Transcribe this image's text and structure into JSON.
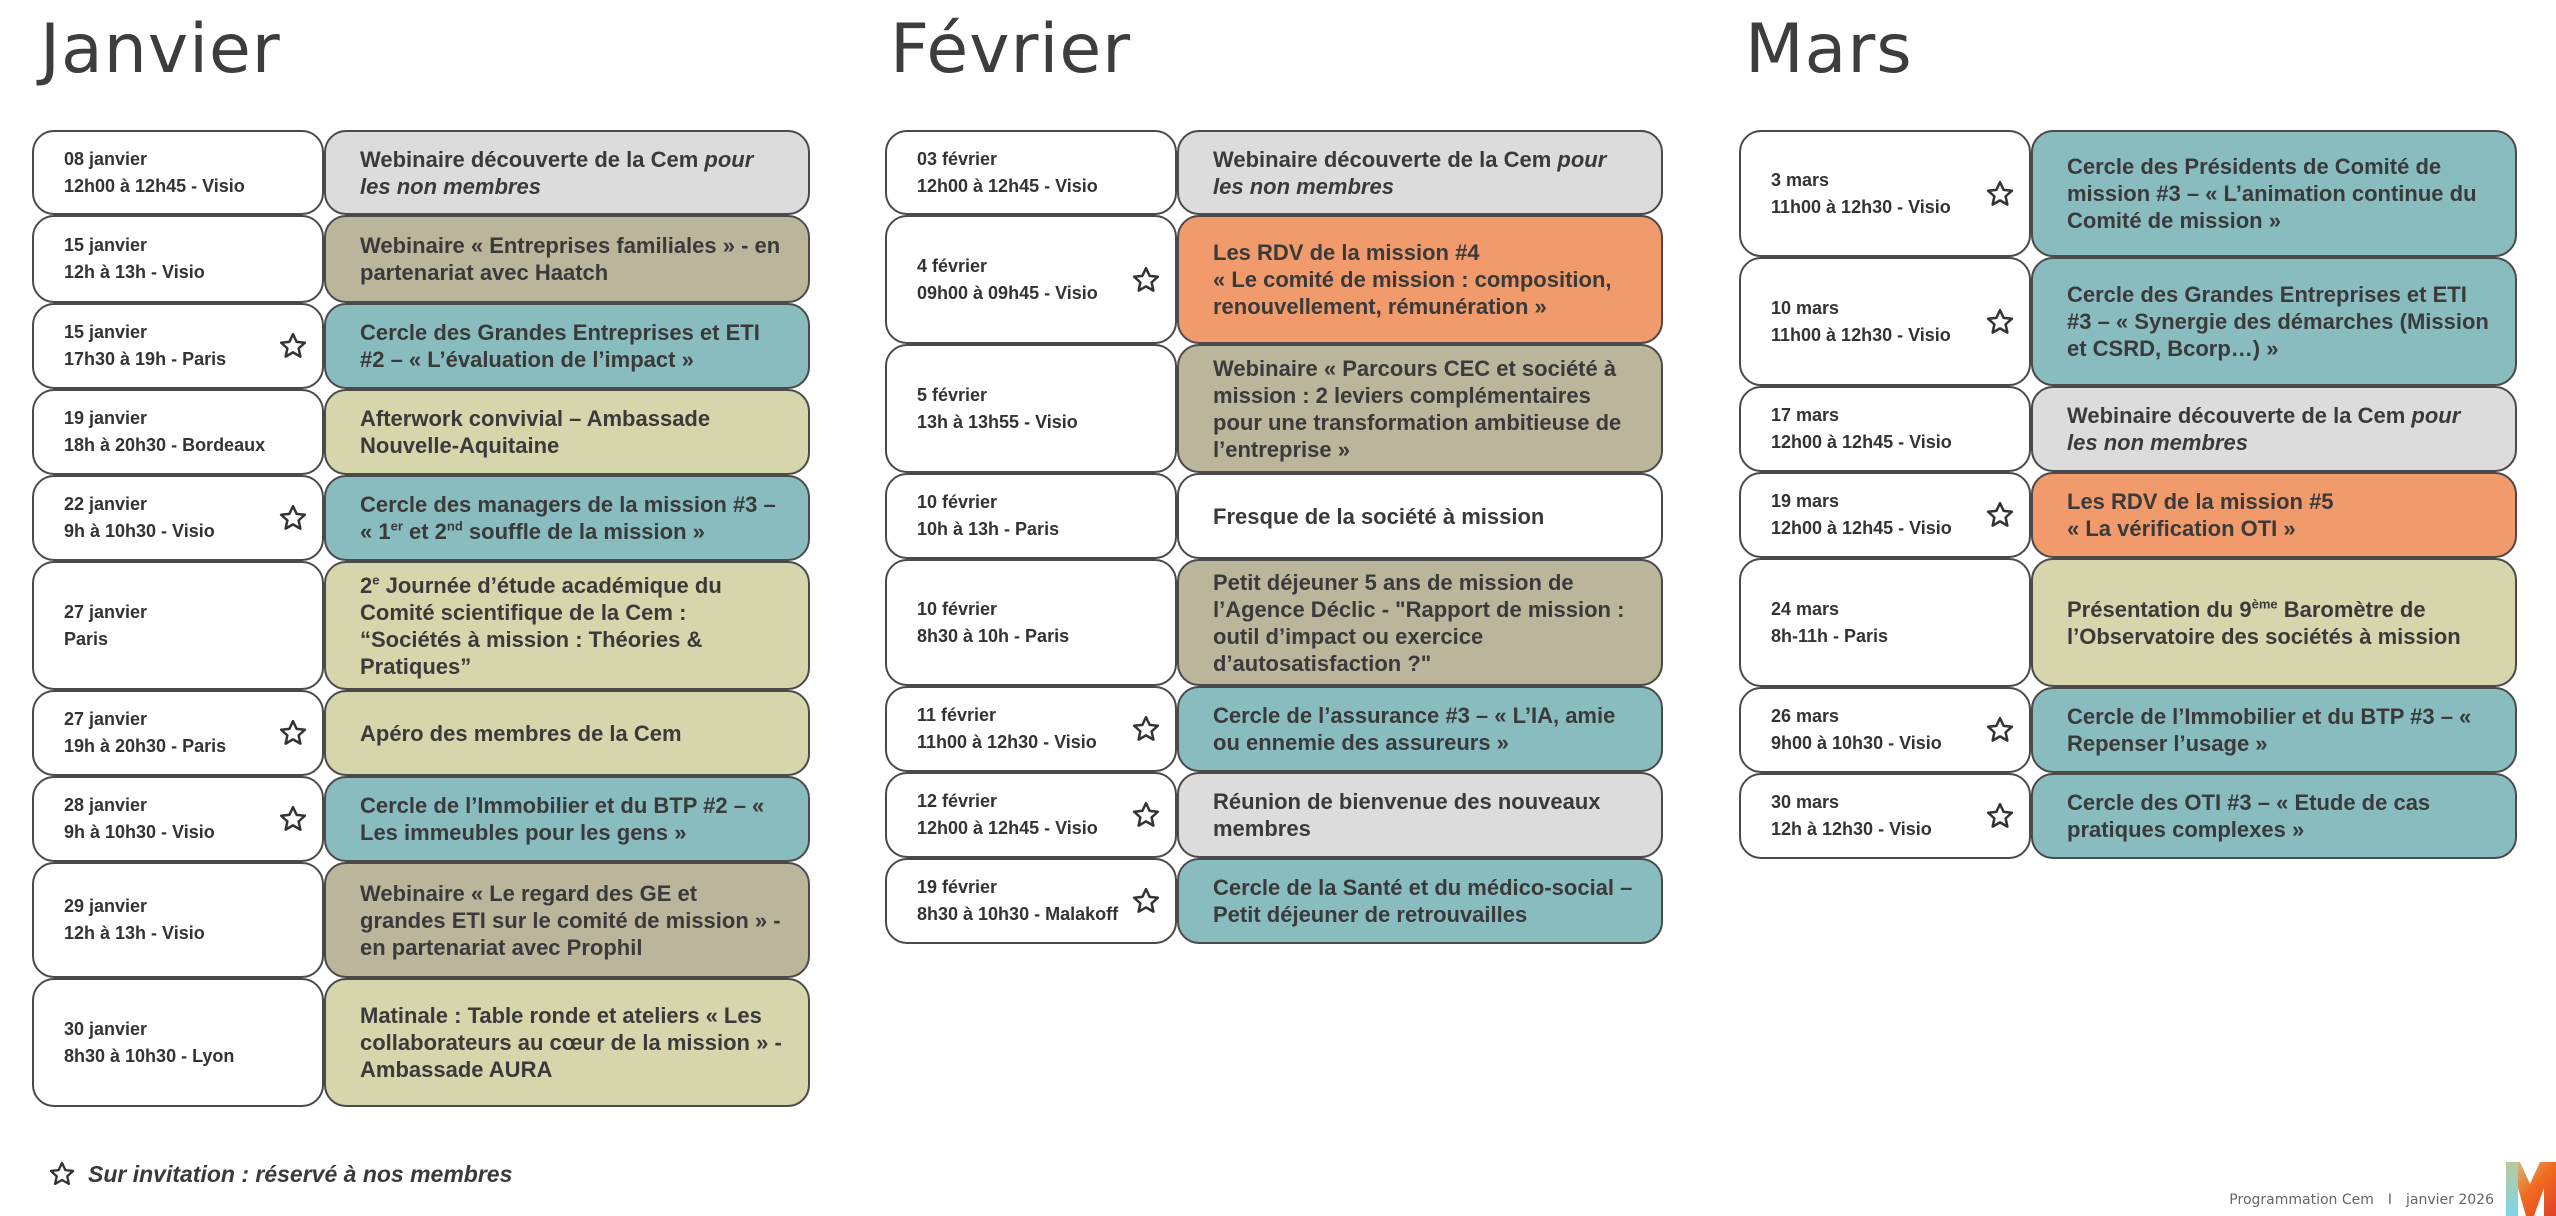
{
  "colors": {
    "gray": "#dcdcdc",
    "taupe": "#bbb59c",
    "teal": "#89bcbf",
    "sage": "#d6d5ab",
    "orange": "#f19a6b",
    "white": "#ffffff"
  },
  "months": [
    {
      "title": "Janvier",
      "events": [
        {
          "date": "08 janvier",
          "time": "12h00 à 12h45 - Visio",
          "star": false,
          "color": "gray",
          "title": [
            {
              "t": "Webinaire découverte de la Cem "
            },
            {
              "t": "pour les non membres",
              "i": true
            }
          ]
        },
        {
          "date": "15 janvier",
          "time": "12h à 13h - Visio",
          "star": false,
          "color": "taupe",
          "title": [
            {
              "t": "Webinaire « Entreprises familiales » - en partenariat avec Haatch"
            }
          ]
        },
        {
          "date": "15 janvier",
          "time": "17h30 à 19h - Paris",
          "star": true,
          "color": "teal",
          "title": [
            {
              "t": "Cercle des Grandes Entreprises et ETI #2 – « L’évaluation de l’impact »"
            }
          ]
        },
        {
          "date": "19 janvier",
          "time": "18h à 20h30 - Bordeaux",
          "star": false,
          "color": "sage",
          "title": [
            {
              "t": "Afterwork convivial – Ambassade Nouvelle-Aquitaine"
            }
          ]
        },
        {
          "date": "22 janvier",
          "time": "9h à 10h30 - Visio",
          "star": true,
          "color": "teal",
          "title": [
            {
              "t": "Cercle des managers de la mission #3 – « 1"
            },
            {
              "t": "er",
              "sup": true
            },
            {
              "t": " et 2"
            },
            {
              "t": "nd",
              "sup": true
            },
            {
              "t": " souffle de la mission »"
            }
          ]
        },
        {
          "date": "27 janvier",
          "time": "Paris",
          "star": false,
          "color": "sage",
          "title": [
            {
              "t": " 2"
            },
            {
              "t": "e",
              "sup": true
            },
            {
              "t": " Journée d’étude académique du Comité scientifique de la Cem : “Sociétés à mission : Théories & Pratiques”"
            }
          ]
        },
        {
          "date": "27 janvier",
          "time": "19h à 20h30 - Paris",
          "star": true,
          "color": "sage",
          "title": [
            {
              "t": "Apéro des membres de la Cem"
            }
          ]
        },
        {
          "date": "28 janvier",
          "time": "9h à 10h30 - Visio",
          "star": true,
          "color": "teal",
          "title": [
            {
              "t": "Cercle de l’Immobilier et du BTP #2 – « Les immeubles pour les gens »"
            }
          ]
        },
        {
          "date": "29 janvier",
          "time": "12h à 13h - Visio",
          "star": false,
          "color": "taupe",
          "title": [
            {
              "t": "Webinaire « Le regard des GE et grandes ETI sur le comité de mission » - en partenariat avec Prophil"
            }
          ]
        },
        {
          "date": "30 janvier",
          "time": "8h30 à 10h30 - Lyon",
          "star": false,
          "color": "sage",
          "title": [
            {
              "t": "Matinale : Table ronde et ateliers « Les collaborateurs au cœur de la mission »  - Ambassade AURA"
            }
          ]
        }
      ]
    },
    {
      "title": "Février",
      "events": [
        {
          "date": "03 février",
          "time": "12h00 à 12h45 - Visio",
          "star": false,
          "color": "gray",
          "title": [
            {
              "t": "Webinaire découverte de la Cem "
            },
            {
              "t": "pour les non membres",
              "i": true
            }
          ]
        },
        {
          "date": "4 février",
          "time": "09h00 à 09h45 - Visio",
          "star": true,
          "color": "orange",
          "title": [
            {
              "t": "Les RDV de la mission #4"
            },
            {
              "br": true
            },
            {
              "t": "« Le comité de mission : composition, renouvellement, rémunération »"
            }
          ]
        },
        {
          "date": "5 février",
          "time": "13h à 13h55 - Visio",
          "star": false,
          "color": "taupe",
          "title": [
            {
              "t": "Webinaire « Parcours CEC et société à mission : 2 leviers complémentaires pour une transformation ambitieuse de l’entreprise »"
            }
          ]
        },
        {
          "date": "10 février",
          "time": "10h à 13h - Paris",
          "star": false,
          "color": "white",
          "title": [
            {
              "t": "Fresque de la société à mission"
            }
          ]
        },
        {
          "date": "10 février",
          "time": "8h30 à 10h - Paris",
          "star": false,
          "color": "taupe",
          "title": [
            {
              "t": "Petit déjeuner 5 ans de mission de l’Agence Déclic - \"Rapport de mission : outil d’impact ou exercice d’autosatisfaction ?\""
            }
          ]
        },
        {
          "date": "11 février",
          "time": "11h00 à 12h30 - Visio",
          "star": true,
          "color": "teal",
          "title": [
            {
              "t": "Cercle de l’assurance #3 – « L’IA, amie ou ennemie des assureurs »"
            }
          ]
        },
        {
          "date": "12 février",
          "time": "12h00 à 12h45 - Visio",
          "star": true,
          "color": "gray",
          "title": [
            {
              "t": "Réunion de bienvenue des nouveaux membres"
            }
          ]
        },
        {
          "date": "19 février",
          "time": "8h30 à 10h30 - Malakoff",
          "star": true,
          "color": "teal",
          "title": [
            {
              "t": "Cercle de la Santé et du médico-social – Petit déjeuner de retrouvailles"
            }
          ]
        }
      ]
    },
    {
      "title": "Mars",
      "events": [
        {
          "date": "3 mars",
          "time": "11h00 à 12h30 - Visio",
          "star": true,
          "color": "teal",
          "title": [
            {
              "t": "Cercle des Présidents de Comité de mission #3 – « L’animation continue du Comité de mission »"
            }
          ]
        },
        {
          "date": "10 mars",
          "time": "11h00 à 12h30 - Visio",
          "star": true,
          "color": "teal",
          "title": [
            {
              "t": "Cercle des Grandes Entreprises et ETI #3 – « Synergie des démarches (Mission et CSRD, Bcorp…) »"
            }
          ]
        },
        {
          "date": "17 mars",
          "time": "12h00 à 12h45 - Visio",
          "star": false,
          "color": "gray",
          "title": [
            {
              "t": "Webinaire découverte de la Cem "
            },
            {
              "t": "pour les non membres",
              "i": true
            }
          ]
        },
        {
          "date": "19 mars",
          "time": "12h00 à 12h45 - Visio",
          "star": true,
          "color": "orange",
          "title": [
            {
              "t": "Les RDV de la mission #5"
            },
            {
              "br": true
            },
            {
              "t": "« La vérification OTI »"
            }
          ]
        },
        {
          "date": "24 mars",
          "time": "8h-11h - Paris",
          "star": false,
          "color": "sage",
          "title": [
            {
              "t": "Présentation du 9"
            },
            {
              "t": "ème",
              "sup": true
            },
            {
              "t": " Baromètre de l’Observatoire des sociétés à mission"
            }
          ]
        },
        {
          "date": "26 mars",
          "time": "9h00 à 10h30 - Visio",
          "star": true,
          "color": "teal",
          "title": [
            {
              "t": "Cercle de l’Immobilier et du BTP #3 – « Repenser l’usage »"
            }
          ]
        },
        {
          "date": "30 mars",
          "time": "12h à 12h30 - Visio",
          "star": true,
          "color": "teal",
          "title": [
            {
              "t": "Cercle des OTI #3 – « Etude de cas pratiques complexes »"
            }
          ]
        }
      ]
    }
  ],
  "legend": {
    "icon": "star-outline-icon",
    "text": "Sur invitation : réservé à nos membres"
  },
  "footer": {
    "label": "Programmation Cem",
    "separator": "I",
    "date": "janvier 2026",
    "logo_text": "M"
  }
}
